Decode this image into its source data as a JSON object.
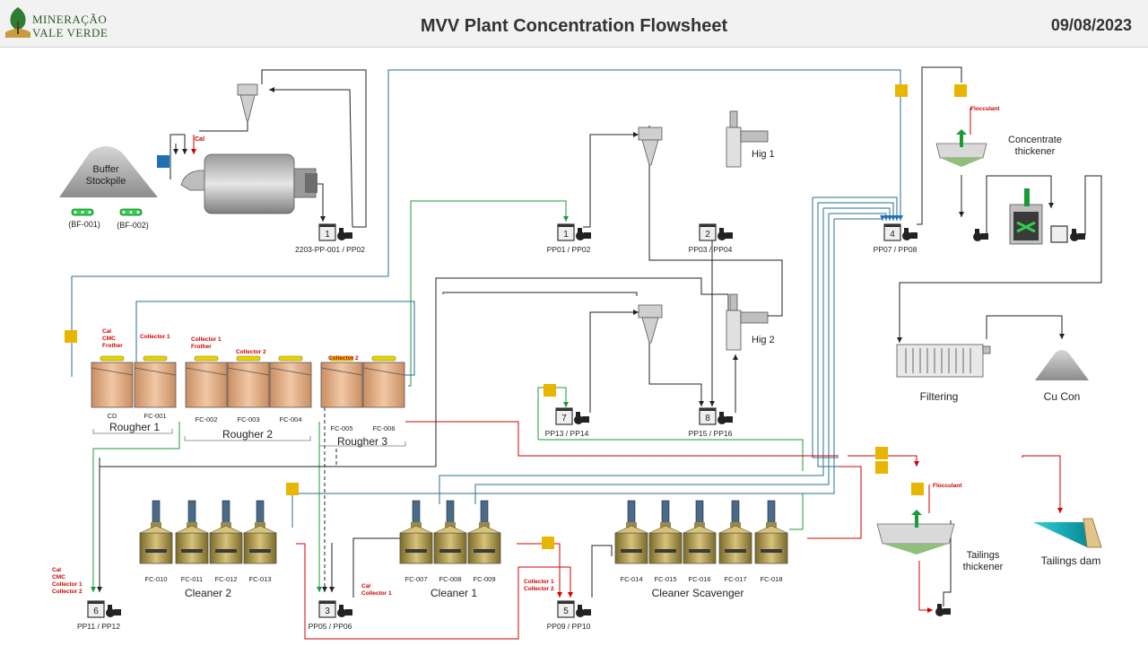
{
  "header": {
    "logo_line1": "MINERAÇÃO",
    "logo_line2": "VALE VERDE",
    "title": "MVV Plant Concentration Flowsheet",
    "date": "09/08/2023"
  },
  "colors": {
    "accent_yellow": "#e8b500",
    "accent_blue": "#1f6fb5",
    "red_line": "#d00000",
    "green_line": "#1a9b3a",
    "teal_line": "#2a6f8f",
    "tank_fill": "#e9b893"
  },
  "stockpile": {
    "label1": "Buffer",
    "label2": "Stockpile",
    "feeder1": "(BF-001)",
    "feeder2": "(BF-002)"
  },
  "mill": {
    "reagent": "Cal",
    "pump_number": "1",
    "pump_label": "2203-PP-001 / PP02"
  },
  "pumps": [
    {
      "number": "1",
      "label": "PP01 / PP02"
    },
    {
      "number": "2",
      "label": "PP03 / PP04"
    },
    {
      "number": "4",
      "label": "PP07 / PP08"
    },
    {
      "number": "7",
      "label": "PP13 / PP14"
    },
    {
      "number": "8",
      "label": "PP15 / PP16"
    },
    {
      "number": "6",
      "label": "PP11 / PP12"
    },
    {
      "number": "3",
      "label": "PP05 / PP06"
    },
    {
      "number": "5",
      "label": "PP09 / PP10"
    }
  ],
  "hig": {
    "hig1": "Hig 1",
    "hig2": "Hig 2"
  },
  "rougher": {
    "cells": [
      "CD",
      "FC-001",
      "FC-002",
      "FC-003",
      "FC-004",
      "FC-005",
      "FC-006"
    ],
    "group1": "Rougher 1",
    "group2": "Rougher 2",
    "group3": "Rougher 3",
    "reag_cd": [
      "Cal",
      "CMC",
      "Frother"
    ],
    "reag_fc001": [
      "Collector 1"
    ],
    "reag_fc002": [
      "Collector 1",
      "Frother"
    ],
    "reag_fc003": [
      "Collector 2"
    ],
    "reag_fc005": [
      "Collector 2"
    ]
  },
  "cleaner2": {
    "cells": [
      "FC-010",
      "FC-011",
      "FC-012",
      "FC-013"
    ],
    "label": "Cleaner 2"
  },
  "cleaner1": {
    "cells": [
      "FC-007",
      "FC-008",
      "FC-009"
    ],
    "label": "Cleaner 1"
  },
  "scavenger": {
    "cells": [
      "FC-014",
      "FC-015",
      "FC-016",
      "FC-017",
      "FC-018"
    ],
    "label": "Cleaner Scavenger"
  },
  "reagents": {
    "pp11": [
      "Cal",
      "CMC",
      "Collector 1",
      "Collector 2"
    ],
    "pp05": [
      "Cal",
      "Collector 1"
    ],
    "pp09": [
      "Collector 1",
      "Collector 2"
    ]
  },
  "thickener": {
    "concentrate_1": "Concentrate",
    "concentrate_2": "thickener",
    "flocculant": "Flocculant",
    "tailings_1": "Tailings",
    "tailings_2": "thickener",
    "tailings_flocculant": "Flocculant"
  },
  "filtering": "Filtering",
  "cucon": "Cu Con",
  "tailings_dam": "Tailings dam"
}
